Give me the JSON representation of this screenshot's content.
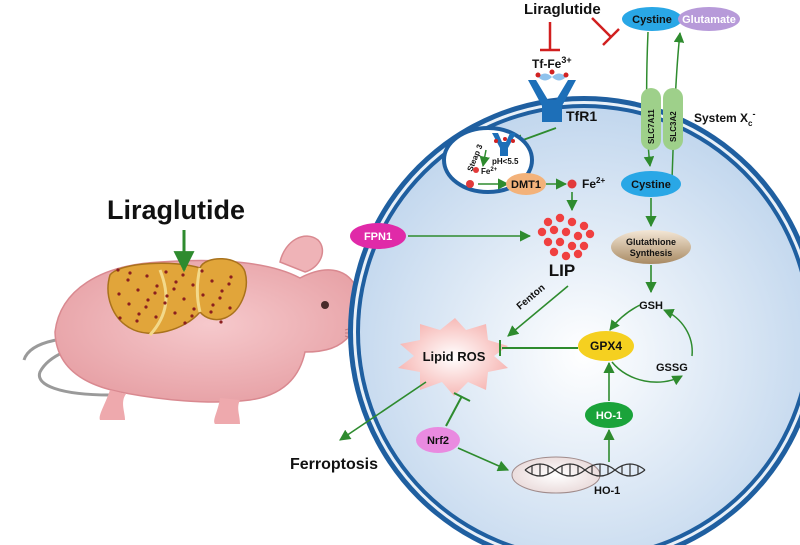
{
  "left": {
    "drug_label": "Liraglutide"
  },
  "top": {
    "drug_label": "Liraglutide"
  },
  "receptor": {
    "ligand": "Tf-Fe",
    "ligand_sup": "3+",
    "name": "TfR1"
  },
  "endosome": {
    "steap": "Steap 3",
    "ph": "pH<5.5",
    "fe_inner": "Fe",
    "fe_inner_sup": "2+"
  },
  "transporter": {
    "dmt1": "DMT1",
    "fe_out": "Fe",
    "fe_out_sup": "2+"
  },
  "fpn1": "FPN1",
  "lip": "LIP",
  "fenton": "Fenton",
  "lipid_ros": "Lipid ROS",
  "ferroptosis": "Ferroptosis",
  "system_xc": {
    "cystine_out": "Cystine",
    "glutamate": "Glutamate",
    "slc7a11": "SLC7A11",
    "slc3a2": "SLC3A2",
    "label": "System X",
    "label_sub": "c",
    "label_sup": "-",
    "cystine_in": "Cystine"
  },
  "glutathione": {
    "line1": "Glutathione",
    "line2": "Synthesis"
  },
  "gsh": "GSH",
  "gpx4": "GPX4",
  "gssg": "GSSG",
  "ho1_protein": "HO-1",
  "ho1_gene": "HO-1",
  "nrf2": "Nrf2",
  "colors": {
    "arrow_green": "#2e8b2e",
    "inhibit_red": "#d11f1f",
    "cell_fill": "#cfe0f2",
    "membrane": "#1f5fa0",
    "fpn1": "#e02aa8",
    "gpx4": "#f5d020",
    "ho1": "#1aa33a",
    "nrf2": "#e98ae0",
    "dmt1": "#f3b27a",
    "cystine": "#29a7e6",
    "glutamate": "#b79ad9",
    "lip_dots": "#f04040"
  }
}
